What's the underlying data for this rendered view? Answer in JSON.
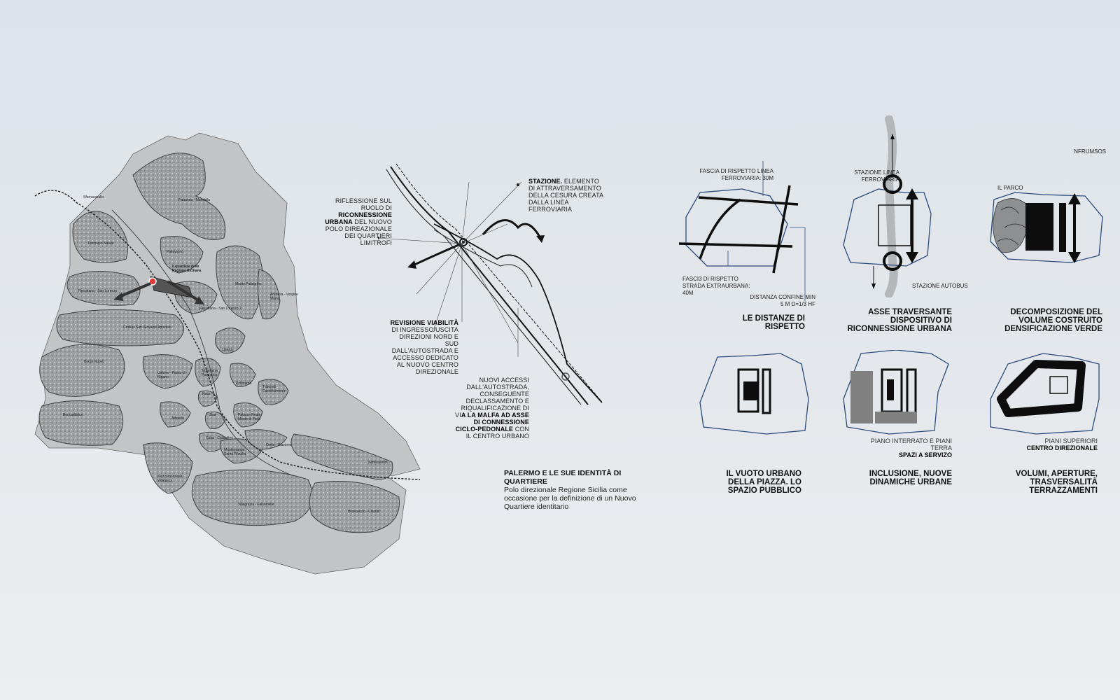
{
  "map": {
    "districts": [
      {
        "name": "Partanna - Mondello"
      },
      {
        "name": "Sferracavallo"
      },
      {
        "name": "Tommaso Natale"
      },
      {
        "name": "Pallavicino"
      },
      {
        "name": "Il quartiere della Regione Siciliana"
      },
      {
        "name": "Resuttana - San Lorenzo"
      },
      {
        "name": "Monte Pellegrino"
      },
      {
        "name": "Arenella - Vergine Maria"
      },
      {
        "name": "Resuttana - San Lorenzo 2"
      },
      {
        "name": "Cruillas San Giovanni Apostolo"
      },
      {
        "name": "Libertà"
      },
      {
        "name": "Borgo Nuovo"
      },
      {
        "name": "Uditore - Passo di Rigano"
      },
      {
        "name": "Malaspina Palagonia"
      },
      {
        "name": "Politeama"
      },
      {
        "name": "Tribunali Castellammare"
      },
      {
        "name": "Noce"
      },
      {
        "name": "Zisa"
      },
      {
        "name": "Palazzo Reale Monte di Pietà"
      },
      {
        "name": "Boccadifalco"
      },
      {
        "name": "Altarello"
      },
      {
        "name": "Cuba - Calatafimi"
      },
      {
        "name": "Oreto - Stazione"
      },
      {
        "name": "Montegrappa Santa Rosalia"
      },
      {
        "name": "Mezzomonreale - Villatasca"
      },
      {
        "name": "Settecannoli"
      },
      {
        "name": "Villagrazia - Falsomiele"
      },
      {
        "name": "Brancaccio - Ciaculli"
      }
    ]
  },
  "diagram": {
    "note_riflessione": {
      "pre": "Riflessione sul ruolo di",
      "bold": "riconnessione urbana",
      "post": "del nuovo polo direazionale dei quartieri limitrofi"
    },
    "note_stazione": {
      "bold": "Stazione.",
      "text": "Elemento di attraversamento della cesura creata dalla linea ferroviaria"
    },
    "note_revisione": {
      "bold": "Revisione viabilità",
      "text": "di ingresso/uscita direzioni nord e sud dall'autostrada e accesso dedicato al nuovo centro direzionale"
    },
    "note_accessi": {
      "pre": "Nuovi accessi dall'autostrada, conseguente declassamento e riqualificazione di vi",
      "bold": "a La Malfa ad asse di connessione ciclo-pedonale",
      "post": "con il centro urbano"
    },
    "palermo": {
      "title": "Palermo e le sue identità di quartiere",
      "desc": "Polo direzionale Regione Sicilia come occasione per la definizione di un Nuovo Quartiere identitario"
    }
  },
  "panels": {
    "p1": {
      "label_fascia_ferr": "Fascia di rispetto linea ferroviaria: 30m",
      "label_fascia_strada": "Fasci3 di rispetto strada extraurbana: 40m",
      "label_distanza": "Distanza confine min 5 m D=1/3 Hf",
      "caption": "Le distanze di rispetto"
    },
    "p2": {
      "label_stazione_ferr": "Stazione linea ferroviaria",
      "label_stazione_bus": "Stazione autobus",
      "caption": "Asse traversante dispositivo di riconnessione urbana"
    },
    "p3": {
      "label_nfrum": "NFRUMSOS",
      "label_parco": "Il parco",
      "caption": "Decomposizione del volume costruito densificazione verde"
    },
    "p4": {
      "caption": "Il vuoto urbano della piazza. Lo spazio pubblico"
    },
    "p5": {
      "sub_light": "Piano interrato e piani terra",
      "sub_bold": "Spazi a servizo",
      "caption": "Inclusione, nuove dinamiche urbane"
    },
    "p6": {
      "sub_light": "Piani superiori",
      "sub_bold": "Centro direzionale",
      "caption": "Volumi, aperture, trasversalità terrazzamenti"
    }
  },
  "colors": {
    "outline_blue": "#2b4a7a",
    "land_gray": "#a9abad",
    "district_gray": "#8e8f91",
    "black": "#0d0d0d",
    "mid_gray": "#808080"
  }
}
